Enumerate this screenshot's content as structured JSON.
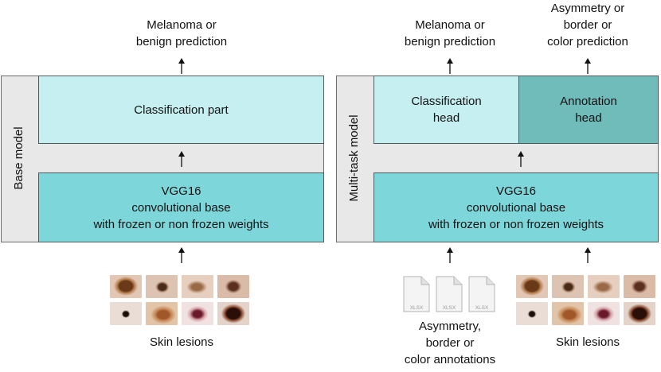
{
  "left": {
    "output_label": "Melanoma or\nbenign prediction",
    "side_label": "Base model",
    "classification": "Classification part",
    "base": "VGG16\nconvolutional base\nwith frozen or non frozen weights",
    "inputs_label": "Skin lesions"
  },
  "right": {
    "output_label_1": "Melanoma or\nbenign prediction",
    "output_label_2": "Asymmetry or\nborder or\ncolor prediction",
    "side_label": "Multi-task model",
    "classification": "Classification\nhead",
    "annotation": "Annotation\nhead",
    "base": "VGG16\nconvolutional base\nwith frozen or non frozen weights",
    "annotations_label": "Asymmetry,\nborder or\ncolor annotations",
    "inputs_label": "Skin lesions",
    "file_type": "XLSX"
  },
  "colors": {
    "light_box": "#c5eff0",
    "mid_box": "#7dd6d9",
    "dark_box": "#6fbcbb",
    "panel": "#e8e8e8"
  },
  "icons": [
    "skin-lesion-thumbnail",
    "xlsx-file-icon",
    "up-arrow-icon"
  ]
}
